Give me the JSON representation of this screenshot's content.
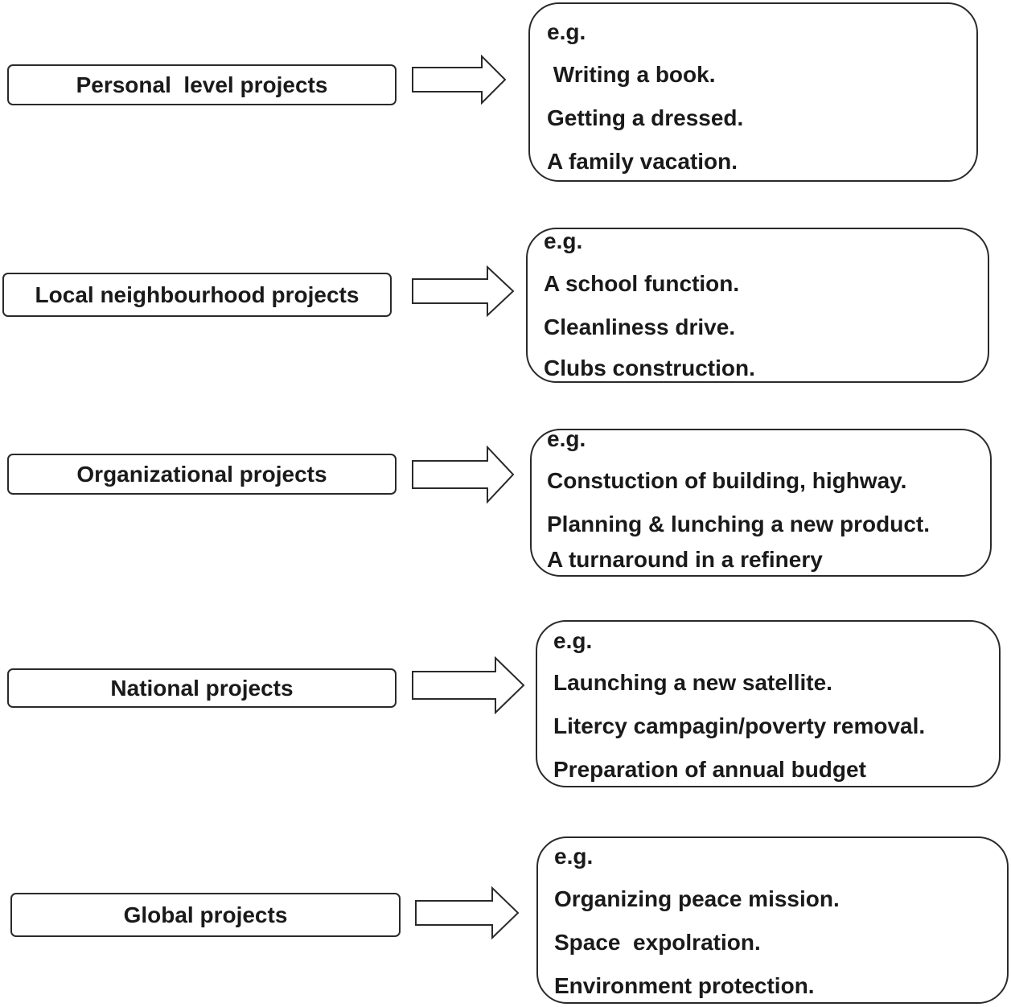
{
  "categories": [
    {
      "label": "Personal  level projects",
      "examples": [
        "e.g.",
        " Writing a book.",
        "Getting a dressed.",
        "A family vacation."
      ]
    },
    {
      "label": "Local neighbourhood projects",
      "examples": [
        "e.g.",
        "A school function.",
        "Cleanliness drive.",
        "Clubs construction."
      ]
    },
    {
      "label": "Organizational projects",
      "examples": [
        "e.g.",
        "Constuction of building, highway.",
        "Planning & lunching a new product.",
        "A turnaround in a refinery"
      ]
    },
    {
      "label": "National projects",
      "examples": [
        "e.g.",
        "Launching a new satellite.",
        "Litercy campagin/poverty removal.",
        "Preparation of annual budget"
      ]
    },
    {
      "label": "Global projects",
      "examples": [
        "e.g.",
        "Organizing peace mission.",
        "Space  expolration.",
        "Environment protection."
      ]
    }
  ]
}
